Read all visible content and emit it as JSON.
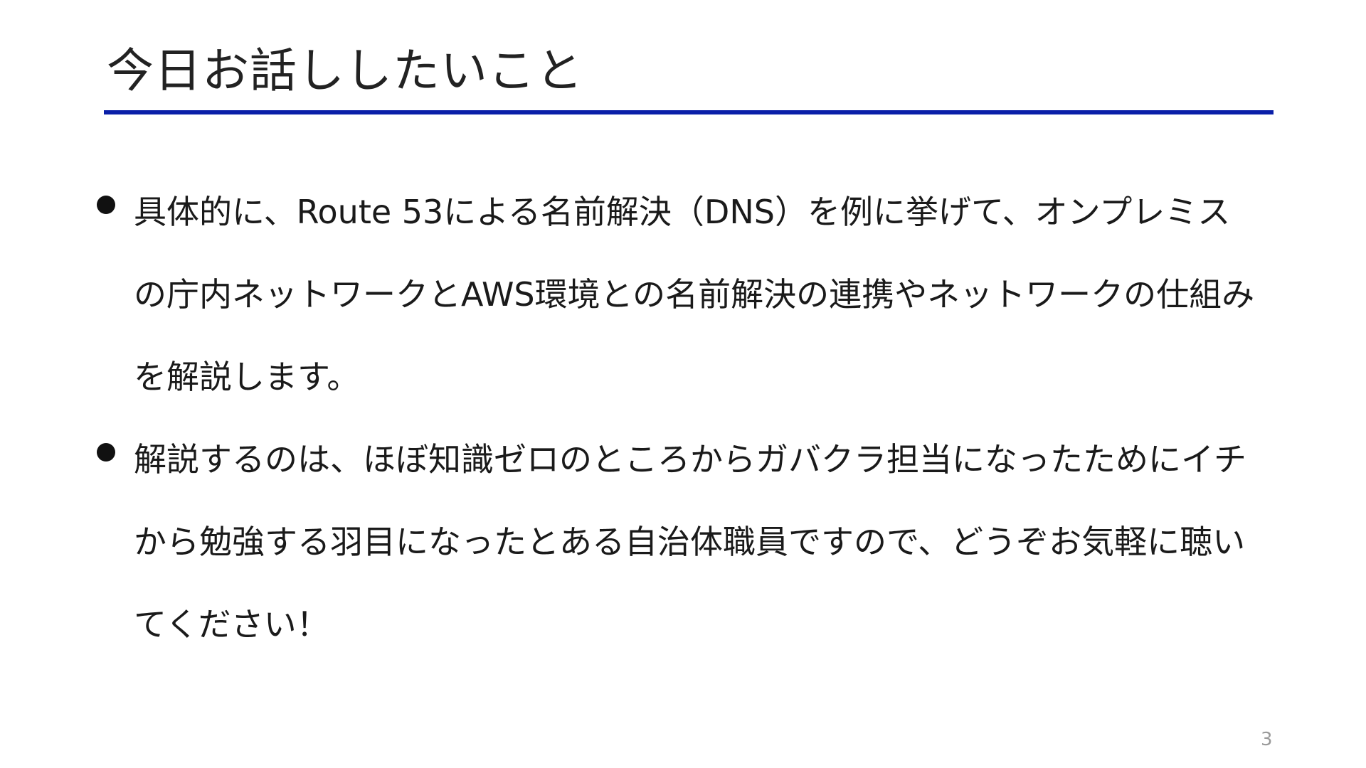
{
  "slide": {
    "title": "今日お話ししたいこと",
    "title_rule_color": "#0a1fa8",
    "page_number": "3",
    "bullets": [
      {
        "lines": [
          "具体的に、Route 53による名前解決（DNS）を例に挙げて、オンプレミス",
          "の庁内ネットワークとAWS環境との名前解決の連携やネットワークの仕組み",
          "を解説します。"
        ]
      },
      {
        "lines": [
          "解説するのは、ほぼ知識ゼロのところからガバクラ担当になったためにイチ",
          "から勉強する羽目になったとある自治体職員ですので、どうぞお気軽に聴い",
          "てください！"
        ]
      }
    ]
  }
}
